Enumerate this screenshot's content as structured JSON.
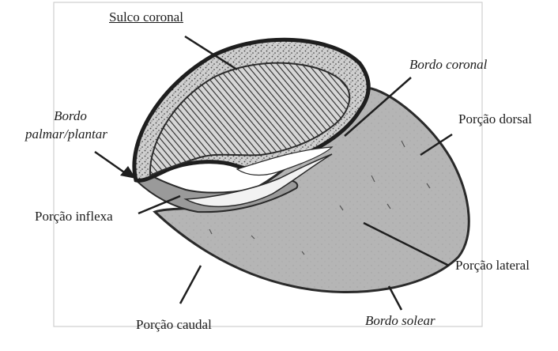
{
  "labels": {
    "sulco_coronal": "Sulco coronal",
    "bordo_coronal": "Bordo coronal",
    "bordo_palmar_line1": "Bordo",
    "bordo_palmar_line2": "palmar/plantar",
    "porcao_dorsal": "Porção dorsal",
    "porcao_inflexa": "Porção inflexa",
    "porcao_lateral": "Porção lateral",
    "porcao_caudal": "Porção caudal",
    "bordo_solear": "Bordo solear"
  },
  "colors": {
    "outline": "#2a2a2a",
    "wall_fill": "#b9b9b9",
    "inner_fill": "#e6e6e6",
    "band_fill": "#8f8f8f",
    "border": "#cfcfcf"
  }
}
